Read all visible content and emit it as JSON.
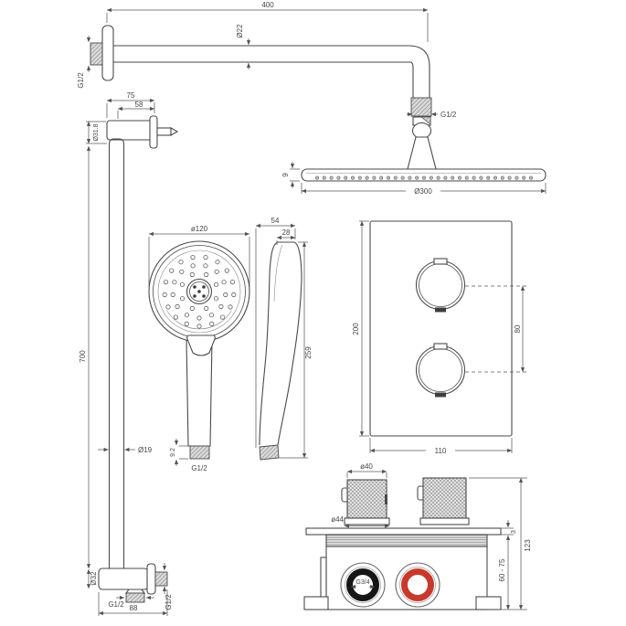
{
  "title": "Thermostatic shower set technical drawing",
  "colors": {
    "line": "#4a4a4a",
    "dim_line": "#5a5a5a",
    "red_ring": "#c8392c",
    "black_ring": "#161616"
  },
  "arm": {
    "length": "400",
    "diameter": "Ø22",
    "wall_thread": "G1/2",
    "head_thread": "G1/2"
  },
  "rain_head": {
    "diameter": "Ø300",
    "thickness": "9"
  },
  "rail": {
    "bracket_depth": "75",
    "bracket_inner": "58",
    "bracket_diameter": "Ø31.8",
    "length": "700",
    "tube_diameter": "Ø19",
    "bottom_diameter": "Ø32",
    "outlet_thread": "G1/2",
    "wall_thread": "G1/2",
    "bottom_width": "88"
  },
  "hand_shower": {
    "head_diameter": "ø120",
    "depth": "54",
    "thickness": "28",
    "height": "259",
    "thread_height": "9.2",
    "thread": "G1/2"
  },
  "valve_plate": {
    "height": "200",
    "width": "110",
    "knob_spacing": "80"
  },
  "valve_body": {
    "knob_top_diameter": "ø40",
    "knob_base_diameter": "ø44",
    "plate_thickness": "3",
    "recess_depth": "60 - 75",
    "height": "123",
    "inlet_thread": "G3/4"
  }
}
